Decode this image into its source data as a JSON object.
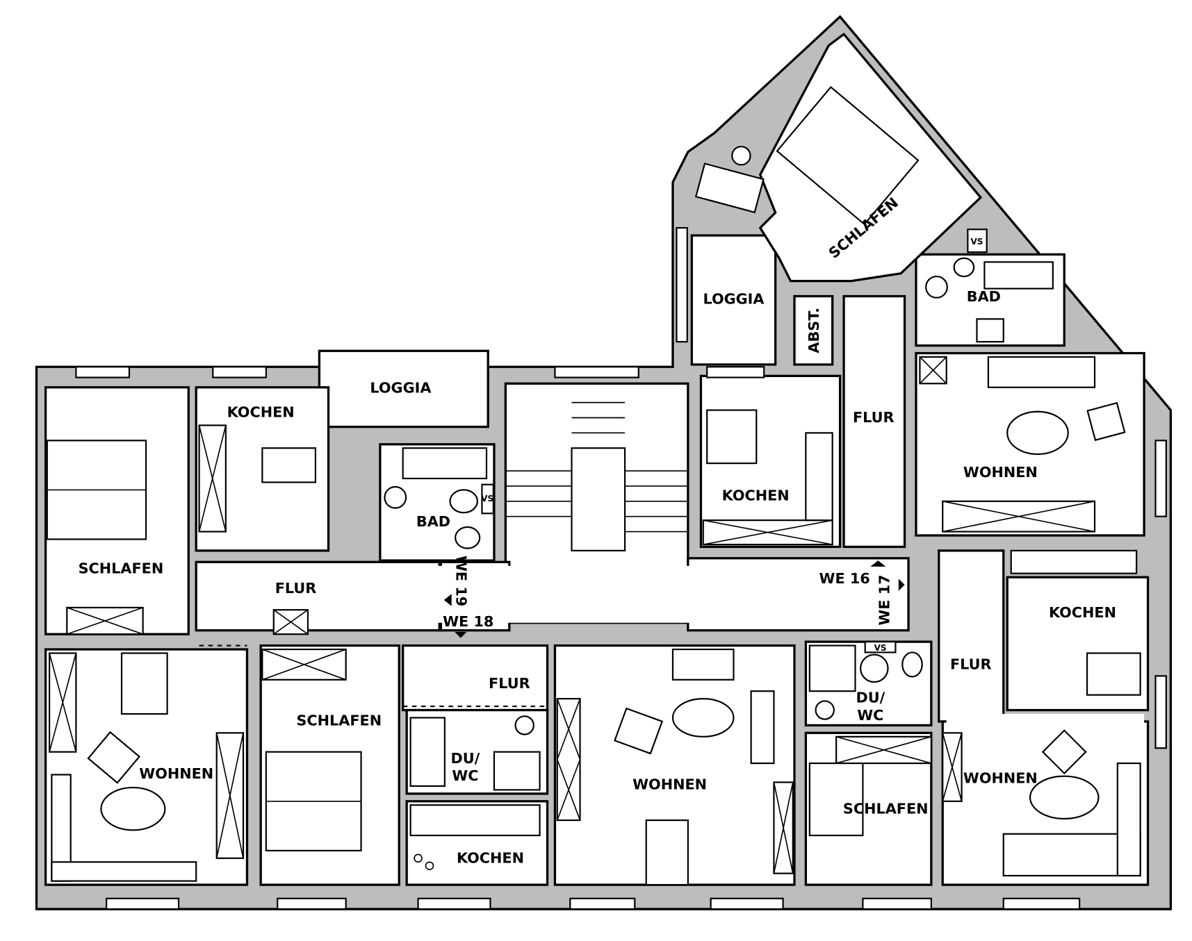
{
  "plan": {
    "rooms": {
      "we19_schlafen": "SCHLAFEN",
      "we19_kochen": "KOCHEN",
      "we19_loggia": "LOGGIA",
      "we19_bad": "BAD",
      "we19_flur": "FLUR",
      "we19_wohnen": "WOHNEN",
      "we18_schlafen": "SCHLAFEN",
      "we18_flur": "FLUR",
      "we18_duwc_1": "DU/",
      "we18_duwc_2": "WC",
      "we18_kochen": "KOCHEN",
      "we18_wohnen": "WOHNEN",
      "we16_kochen": "KOCHEN",
      "we16_flur": "FLUR",
      "we16_wohnen": "WOHNEN",
      "we16_loggia": "LOGGIA",
      "we16_abst": "ABST.",
      "we16_bad": "BAD",
      "we16_schlafen": "SCHLAFEN",
      "we17_duwc_1": "DU/",
      "we17_duwc_2": "WC",
      "we17_schlafen": "SCHLAFEN",
      "we17_flur": "FLUR",
      "we17_kochen": "KOCHEN",
      "we17_wohnen": "WOHNEN"
    },
    "units": {
      "we19": "WE 19",
      "we18": "WE 18",
      "we16": "WE 16",
      "we17": "WE 17"
    },
    "fixture_labels": {
      "vs": "VS"
    }
  }
}
